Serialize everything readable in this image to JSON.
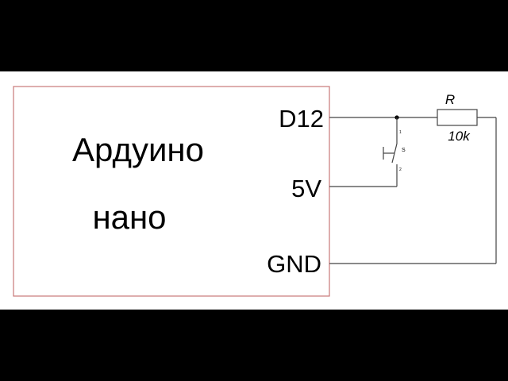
{
  "board": {
    "title_line1": "Ардуино",
    "title_line2": "нано"
  },
  "pins": {
    "d12": "D12",
    "v5": "5V",
    "gnd": "GND"
  },
  "resistor": {
    "label": "R",
    "value": "10k"
  },
  "switch": {
    "label": "S",
    "pin1": "1",
    "pin2": "2"
  },
  "colors": {
    "background": "#ffffff",
    "letterbox": "#000000",
    "board_border": "#c87878",
    "wire": "#444444"
  }
}
